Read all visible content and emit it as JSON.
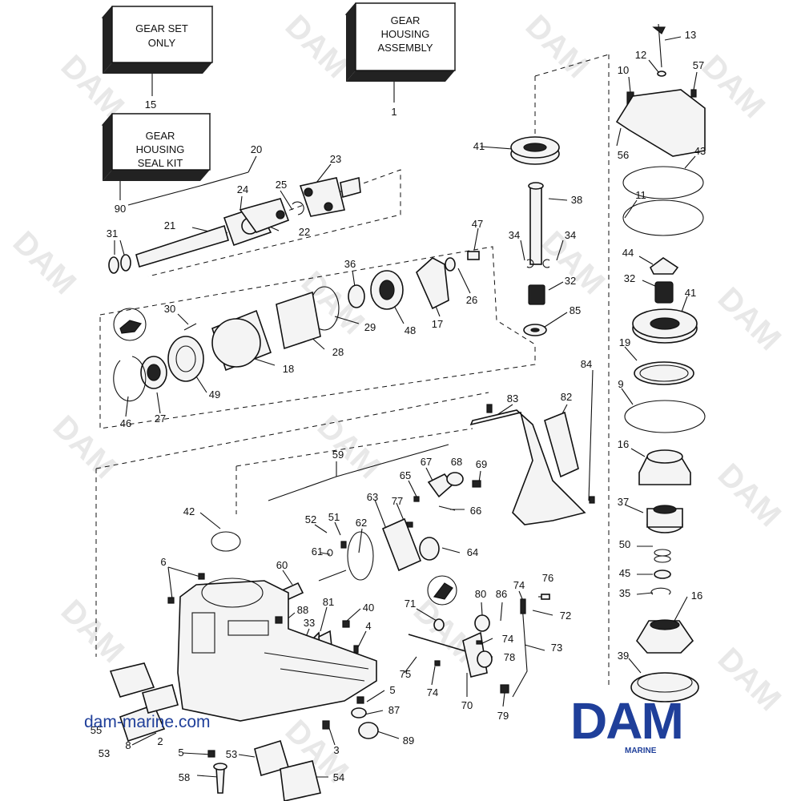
{
  "boxes": {
    "gear_set": [
      "GEAR SET",
      "ONLY"
    ],
    "gear_housing": [
      "GEAR",
      "HOUSING",
      "ASSEMBLY"
    ],
    "seal_kit": [
      "GEAR",
      "HOUSING",
      "SEAL KIT"
    ]
  },
  "labels": {
    "l15": "15",
    "l1": "1",
    "l90": "90",
    "l20": "20",
    "l23": "23",
    "l24": "24",
    "l25": "25",
    "l21": "21",
    "l22": "22",
    "l31": "31",
    "l13": "13",
    "l12": "12",
    "l10": "10",
    "l57": "57",
    "l56": "56",
    "l43": "43",
    "l11": "11",
    "l44": "44",
    "l32b": "32",
    "l41b": "41",
    "l19": "19",
    "l9": "9",
    "l16a": "16",
    "l37": "37",
    "l50": "50",
    "l45": "45",
    "l35": "35",
    "l16b": "16",
    "l39": "39",
    "l41a": "41",
    "l38": "38",
    "l34a": "34",
    "l34b": "34",
    "l47": "47",
    "l32a": "32",
    "l26": "26",
    "l85": "85",
    "l36": "36",
    "l17": "17",
    "l48": "48",
    "l30": "30",
    "l29": "29",
    "l28": "28",
    "l18": "18",
    "l49": "49",
    "l46": "46",
    "l27": "27",
    "l84": "84",
    "l83": "83",
    "l82": "82",
    "l59": "59",
    "l67": "67",
    "l68": "68",
    "l69": "69",
    "l65": "65",
    "l77": "77",
    "l66": "66",
    "l63": "63",
    "l42": "42",
    "l52": "52",
    "l51": "51",
    "l62": "62",
    "l61": "61",
    "l64": "64",
    "l60": "60",
    "l6": "6",
    "l88": "88",
    "l81": "81",
    "l40": "40",
    "l33": "33",
    "l4": "4",
    "l71": "71",
    "l80": "80",
    "l86": "86",
    "l74a": "74",
    "l76": "76",
    "l72": "72",
    "l74b": "74",
    "l73": "73",
    "l75": "75",
    "l78": "78",
    "l74c": "74",
    "l70": "70",
    "l79": "79",
    "l5a": "5",
    "l87": "87",
    "l89": "89",
    "l3": "3",
    "l55": "55",
    "l53a": "53",
    "l8": "8",
    "l2": "2",
    "l5b": "5",
    "l53b": "53",
    "l58": "58",
    "l54": "54"
  },
  "website": "dam-marine.com",
  "logo": {
    "text": "DAM",
    "subtext": "MARINE",
    "color": "#1f3f9a"
  },
  "watermark": "DAM"
}
